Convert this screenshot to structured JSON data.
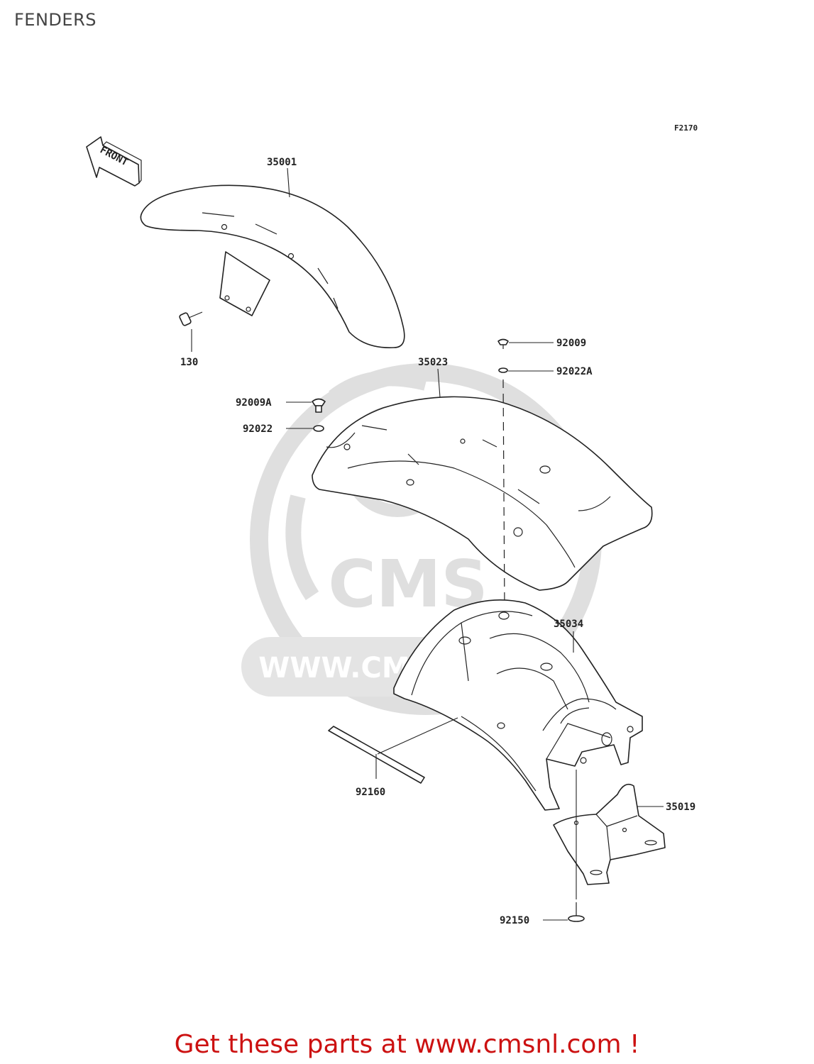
{
  "page": {
    "title": "FENDERS",
    "figure_code": "F2170",
    "direction_label": "FRONT",
    "promo_text": "Get these parts at www.cmsnl.com !"
  },
  "watermark": {
    "logo_text": "CMS",
    "url_text": "WWW.CMSNL.COM"
  },
  "parts": [
    {
      "ref": "35001",
      "name": "front-fender"
    },
    {
      "ref": "130",
      "name": "bolt"
    },
    {
      "ref": "35023",
      "name": "rear-fender"
    },
    {
      "ref": "92009",
      "name": "screw"
    },
    {
      "ref": "92022A",
      "name": "washer"
    },
    {
      "ref": "92009A",
      "name": "screw"
    },
    {
      "ref": "92022",
      "name": "washer"
    },
    {
      "ref": "35034",
      "name": "inner-fender"
    },
    {
      "ref": "92160",
      "name": "damper-strip"
    },
    {
      "ref": "35019",
      "name": "license-bracket"
    },
    {
      "ref": "92150",
      "name": "bolt"
    }
  ],
  "colors": {
    "line": "#222222",
    "title": "#444444",
    "promo": "#cc1111",
    "watermark": "#d9d9d9"
  }
}
